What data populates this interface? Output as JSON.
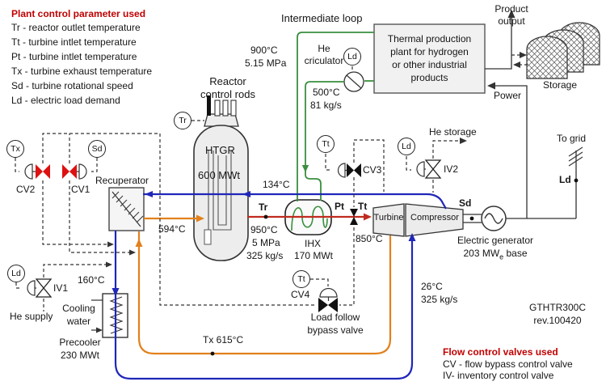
{
  "colors": {
    "legend_title": "#c00000",
    "pipe_hot": "#c02b1e",
    "pipe_warm": "#e2811c",
    "pipe_cold": "#2026b8",
    "pipe_intermediate": "#3a8f3f",
    "valve_red": "#dd1111",
    "signal_line": "#333333"
  },
  "legend_parameters": {
    "title": "Plant control parameter used",
    "items": [
      "Tr - reactor outlet temperature",
      "Tt - turbine intlet temperature",
      "Pt - turbine intlet temperature",
      "Tx - turbine exhaust temperature",
      "Sd - turbine rotational speed",
      "Ld - electric load demand"
    ]
  },
  "legend_valves": {
    "title": "Flow control valves used",
    "items": [
      "CV - flow bypass control valve",
      "IV- inventory control valve"
    ]
  },
  "intermediate_loop": {
    "label": "Intermediate loop",
    "supply_temp": "900°C",
    "supply_pressure": "5.15 MPa",
    "circulator_line1": "He",
    "circulator_line2": "criculator",
    "return_temp": "500°C",
    "return_flow": "81 kg/s"
  },
  "thermal_plant": {
    "line1": "Thermal production",
    "line2": "plant for hydrogen",
    "line3": "or other industrial",
    "line4": "products",
    "product_line1": "Product",
    "product_line2": "output",
    "storage": "Storage",
    "power": "Power"
  },
  "grid": {
    "to_grid": "To grid",
    "ld": "Ld"
  },
  "reactor": {
    "rods_line1": "Reactor",
    "rods_line2": "control rods",
    "name": "HTGR",
    "power": "600 MWt",
    "outlet_temp": "950°C",
    "outlet_pressure": "5 MPa",
    "outlet_flow": "325 kg/s"
  },
  "ihx": {
    "name": "IHX",
    "power": "170 MWt"
  },
  "recuperator": {
    "label": "Recuperator"
  },
  "precooler": {
    "name": "Precooler",
    "power": "230 MWt",
    "cooling_line1": "Cooling",
    "cooling_line2": "water"
  },
  "turbomachine": {
    "turbine": "Turbine",
    "compressor": "Compressor"
  },
  "generator": {
    "label": "Electric generator",
    "power_prefix": "203 MW",
    "power_sub": "e",
    "power_suffix": " base"
  },
  "bypass_valve": {
    "line1": "Load follow",
    "line2": "bypass valve"
  },
  "streams": {
    "hp_cold": "134°C",
    "core_inlet": "594°C",
    "turbine_inlet": "850°C",
    "turbine_exhaust": "Tx 615°C",
    "lp_cold": "160°C",
    "comp_inlet_temp": "26°C",
    "comp_inlet_flow": "325 kg/s",
    "tr": "Tr",
    "pt": "Pt",
    "tt": "Tt",
    "sd": "Sd"
  },
  "sensors": {
    "tx": "Tx",
    "sd": "Sd",
    "tr": "Tr",
    "tt_cv3": "Tt",
    "ld_iv2": "Ld",
    "ld_circulator": "Ld",
    "tt_cv4": "Tt",
    "ld_iv1": "Ld"
  },
  "valves": {
    "cv1": "CV1",
    "cv2": "CV2",
    "cv3": "CV3",
    "cv4": "CV4",
    "iv1": "IV1",
    "iv2": "IV2"
  },
  "side_labels": {
    "he_storage": "He storage",
    "he_supply": "He supply"
  },
  "meta": {
    "model": "GTHTR300C",
    "revision": "rev.100420"
  }
}
